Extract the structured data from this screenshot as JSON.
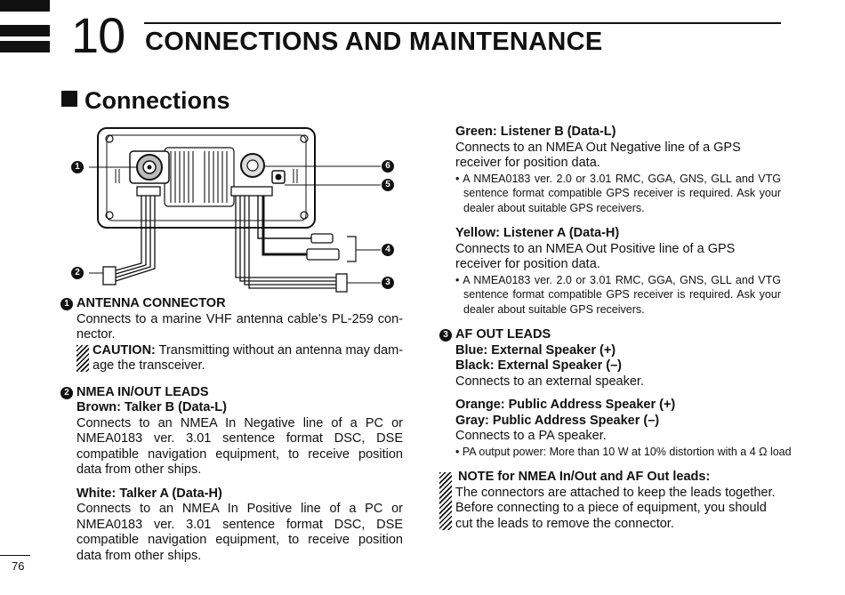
{
  "chapter": {
    "number": "10",
    "title": "CONNECTIONS AND MAINTENANCE"
  },
  "section": {
    "title": "Connections"
  },
  "callouts": [
    "1",
    "2",
    "3",
    "4",
    "5",
    "6"
  ],
  "left": {
    "antenna": {
      "num": "1",
      "heading": "ANTENNA CONNECTOR",
      "body": "Connects to a marine VHF antenna cable’s PL-259 con­nector.",
      "caution_label": "CAUTION:",
      "caution_text": " Transmitting without an antenna may dam­age the transceiver."
    },
    "nmea": {
      "num": "2",
      "heading": "NMEA IN/OUT LEADS",
      "brown_heading": "Brown: Talker B (Data-L)",
      "brown_body": "Connects to an NMEA In Negative line of a PC or NMEA0183 ver. 3.01 sentence format DSC, DSE compat­ible navigation equipment, to receive position data from other ships.",
      "white_heading": "White: Talker A (Data-H)",
      "white_body": "Connects to an NMEA In Positive line of a PC or NMEA0183 ver. 3.01 sentence format DSC, DSE compatible naviga­tion equipment, to receive position data from other ships."
    }
  },
  "right": {
    "green_heading": "Green: Listener B (Data-L)",
    "green_body": "Connects to an NMEA Out Negative line of a GPS receiver for position data.",
    "green_bullet": "• A NMEA0183 ver. 2.0 or 3.01 RMC, GGA, GNS, GLL and VTG sentence format compatible GPS receiver is required. Ask your dealer about suitable GPS receivers.",
    "yellow_heading": "Yellow: Listener A (Data-H)",
    "yellow_body": "Connects to an NMEA Out Positive line of a GPS receiver for position data.",
    "yellow_bullet": "• A NMEA0183 ver. 2.0 or 3.01 RMC, GGA, GNS, GLL and VTG sentence format compatible GPS receiver is required. Ask your dealer about suitable GPS receivers.",
    "af": {
      "num": "3",
      "heading": "AF OUT LEADS",
      "blue": "Blue: External Speaker (+)",
      "black": "Black: External Speaker (–)",
      "speaker_body": "Connects to an external speaker.",
      "orange": "Orange: Public Address Speaker (+)",
      "gray": "Gray: Public Address Speaker (–)",
      "pa_body": "Connects to a PA speaker.",
      "pa_bullet": "• PA output power: More than 10 W at 10% distortion with a 4 Ω load"
    },
    "note": {
      "heading": "NOTE for NMEA In/Out and AF Out leads:",
      "line1": "The connectors are attached to keep the leads together.",
      "line2": "Before connecting to a piece of equipment, you should cut the leads to remove the connector."
    }
  },
  "page_number": "76"
}
